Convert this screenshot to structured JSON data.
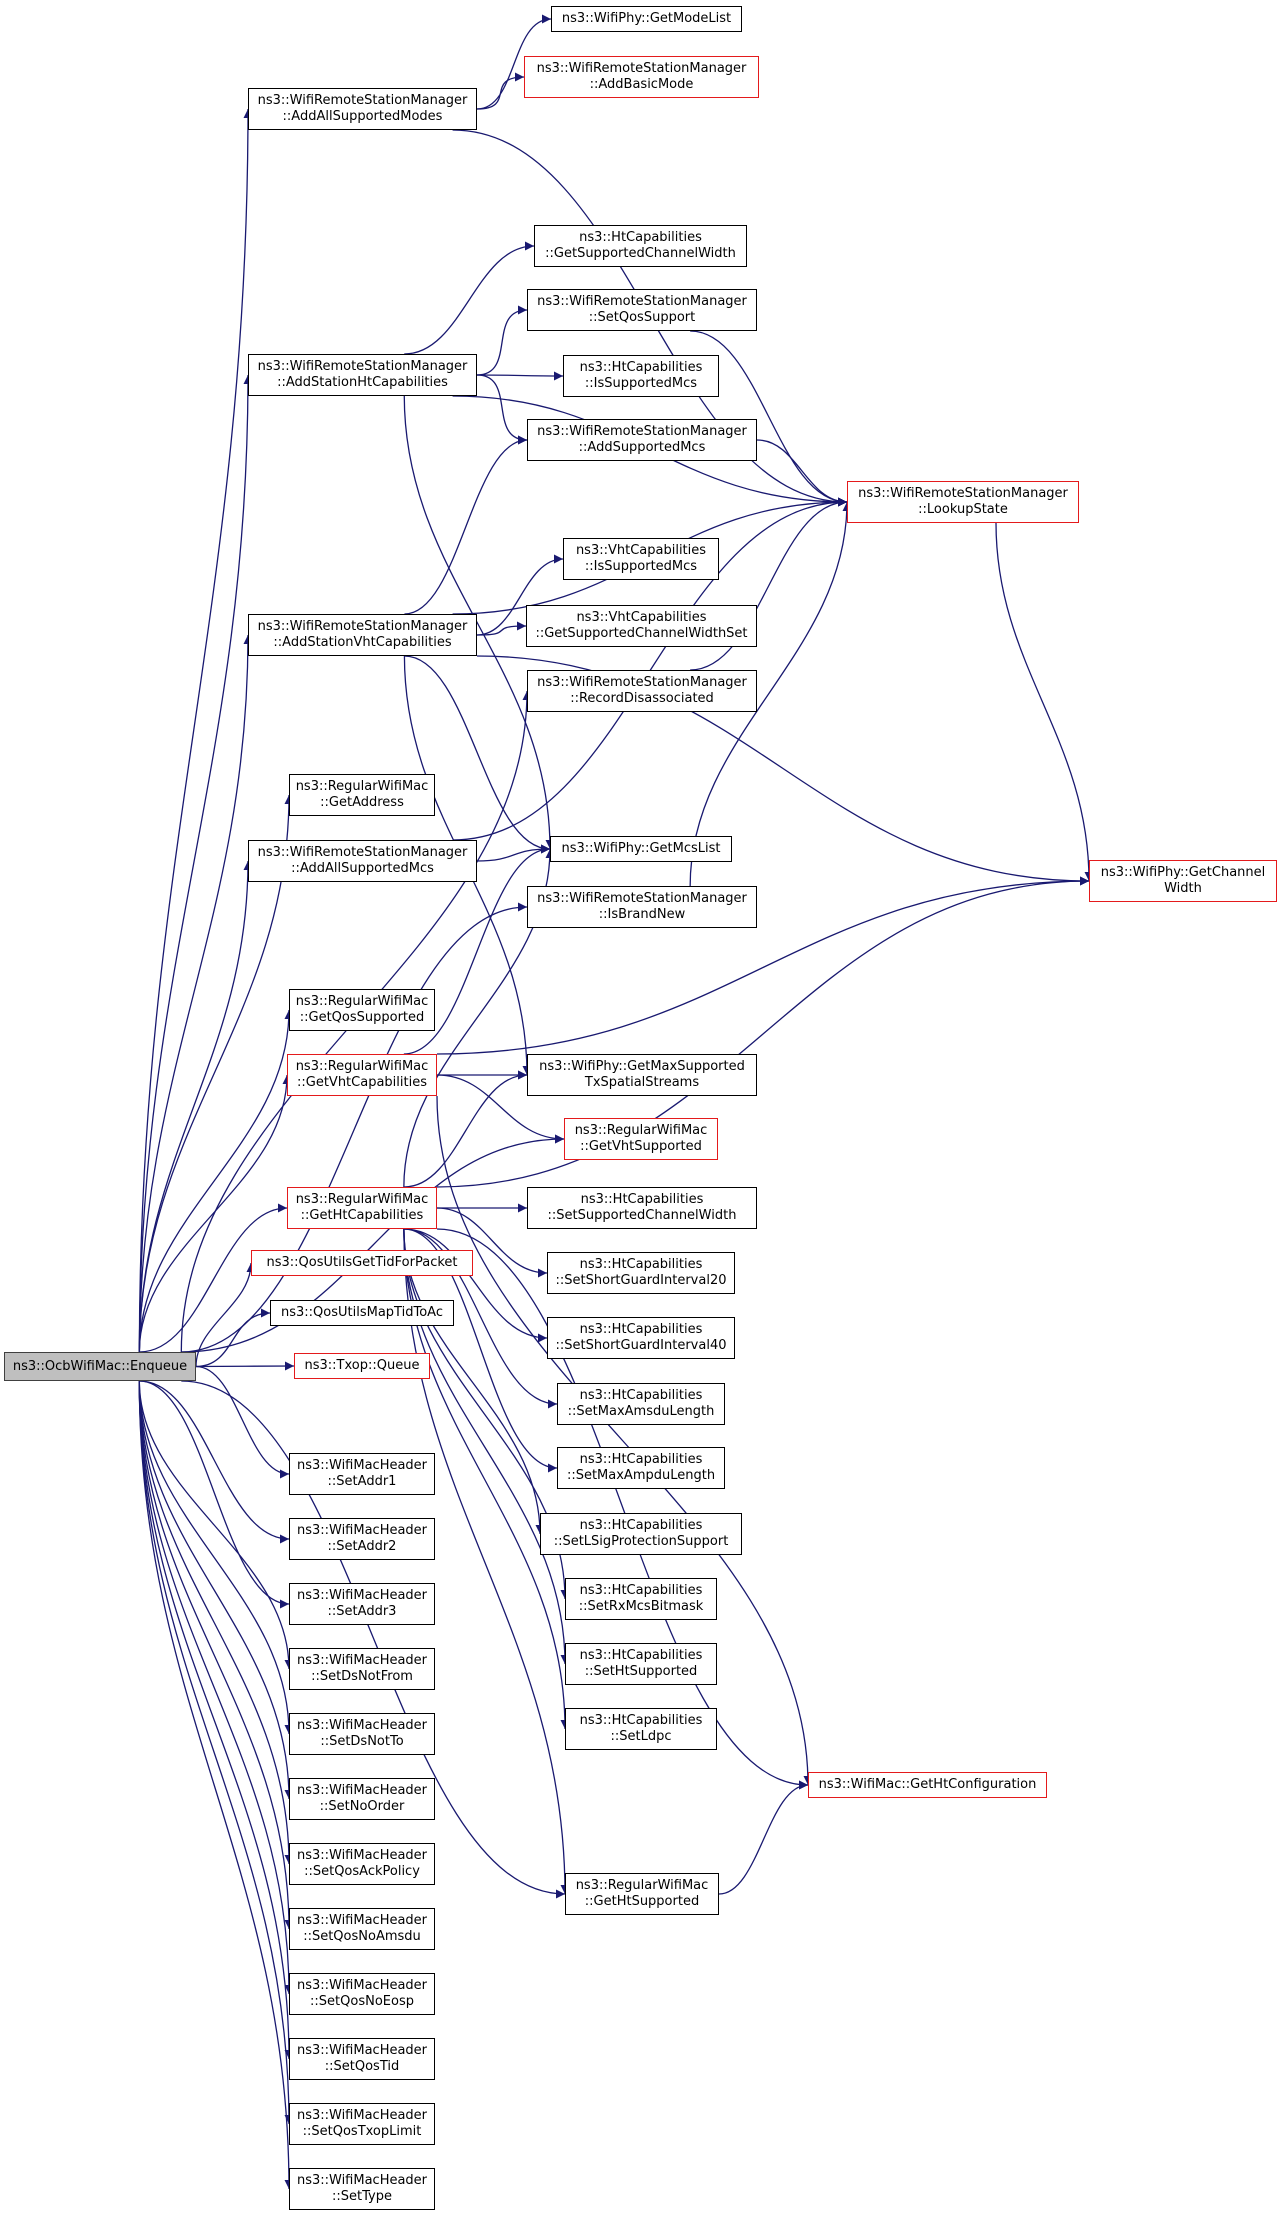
{
  "edge_color": "#191970",
  "nodes": [
    {
      "id": "root",
      "lines": [
        "ns3::OcbWifiMac::Enqueue"
      ],
      "kind": "root"
    },
    {
      "id": "getModeList",
      "lines": [
        "ns3::WifiPhy::GetModeList"
      ],
      "kind": "normal"
    },
    {
      "id": "addBasicMode",
      "lines": [
        "ns3::WifiRemoteStationManager",
        "::AddBasicMode"
      ],
      "kind": "red"
    },
    {
      "id": "addAllSupportedModes",
      "lines": [
        "ns3::WifiRemoteStationManager",
        "::AddAllSupportedModes"
      ],
      "kind": "normal"
    },
    {
      "id": "htGetSupportedChannelWidth",
      "lines": [
        "ns3::HtCapabilities",
        "::GetSupportedChannelWidth"
      ],
      "kind": "normal"
    },
    {
      "id": "setQosSupport",
      "lines": [
        "ns3::WifiRemoteStationManager",
        "::SetQosSupport"
      ],
      "kind": "normal"
    },
    {
      "id": "addStationHtCapabilities",
      "lines": [
        "ns3::WifiRemoteStationManager",
        "::AddStationHtCapabilities"
      ],
      "kind": "normal"
    },
    {
      "id": "htIsSupportedMcs",
      "lines": [
        "ns3::HtCapabilities",
        "::IsSupportedMcs"
      ],
      "kind": "normal"
    },
    {
      "id": "addSupportedMcs",
      "lines": [
        "ns3::WifiRemoteStationManager",
        "::AddSupportedMcs"
      ],
      "kind": "normal"
    },
    {
      "id": "lookupState",
      "lines": [
        "ns3::WifiRemoteStationManager",
        "::LookupState"
      ],
      "kind": "red"
    },
    {
      "id": "vhtIsSupportedMcs",
      "lines": [
        "ns3::VhtCapabilities",
        "::IsSupportedMcs"
      ],
      "kind": "normal"
    },
    {
      "id": "addStationVhtCapabilities",
      "lines": [
        "ns3::WifiRemoteStationManager",
        "::AddStationVhtCapabilities"
      ],
      "kind": "normal"
    },
    {
      "id": "vhtGetSupportedChannelWidthSet",
      "lines": [
        "ns3::VhtCapabilities",
        "::GetSupportedChannelWidthSet"
      ],
      "kind": "normal"
    },
    {
      "id": "recordDisassociated",
      "lines": [
        "ns3::WifiRemoteStationManager",
        "::RecordDisassociated"
      ],
      "kind": "normal"
    },
    {
      "id": "getAddress",
      "lines": [
        "ns3::RegularWifiMac",
        "::GetAddress"
      ],
      "kind": "normal"
    },
    {
      "id": "addAllSupportedMcs",
      "lines": [
        "ns3::WifiRemoteStationManager",
        "::AddAllSupportedMcs"
      ],
      "kind": "normal"
    },
    {
      "id": "getMcsList",
      "lines": [
        "ns3::WifiPhy::GetMcsList"
      ],
      "kind": "normal"
    },
    {
      "id": "getChannelWidth",
      "lines": [
        "ns3::WifiPhy::GetChannel",
        "Width"
      ],
      "kind": "red"
    },
    {
      "id": "isBrandNew",
      "lines": [
        "ns3::WifiRemoteStationManager",
        "::IsBrandNew"
      ],
      "kind": "normal"
    },
    {
      "id": "getQosSupported",
      "lines": [
        "ns3::RegularWifiMac",
        "::GetQosSupported"
      ],
      "kind": "normal"
    },
    {
      "id": "getVhtCapabilities",
      "lines": [
        "ns3::RegularWifiMac",
        "::GetVhtCapabilities"
      ],
      "kind": "red"
    },
    {
      "id": "getMaxSupportedTx",
      "lines": [
        "ns3::WifiPhy::GetMaxSupported",
        "TxSpatialStreams"
      ],
      "kind": "normal"
    },
    {
      "id": "getVhtSupported",
      "lines": [
        "ns3::RegularWifiMac",
        "::GetVhtSupported"
      ],
      "kind": "red"
    },
    {
      "id": "getHtCapabilities",
      "lines": [
        "ns3::RegularWifiMac",
        "::GetHtCapabilities"
      ],
      "kind": "red"
    },
    {
      "id": "setSupportedChannelWidth",
      "lines": [
        "ns3::HtCapabilities",
        "::SetSupportedChannelWidth"
      ],
      "kind": "normal"
    },
    {
      "id": "setShortGuardInterval20",
      "lines": [
        "ns3::HtCapabilities",
        "::SetShortGuardInterval20"
      ],
      "kind": "normal"
    },
    {
      "id": "qosUtilsGetTidForPacket",
      "lines": [
        "ns3::QosUtilsGetTidForPacket"
      ],
      "kind": "red"
    },
    {
      "id": "setShortGuardInterval40",
      "lines": [
        "ns3::HtCapabilities",
        "::SetShortGuardInterval40"
      ],
      "kind": "normal"
    },
    {
      "id": "qosUtilsMapTidToAc",
      "lines": [
        "ns3::QosUtilsMapTidToAc"
      ],
      "kind": "normal"
    },
    {
      "id": "txopQueue",
      "lines": [
        "ns3::Txop::Queue"
      ],
      "kind": "red"
    },
    {
      "id": "setMaxAmsduLength",
      "lines": [
        "ns3::HtCapabilities",
        "::SetMaxAmsduLength"
      ],
      "kind": "normal"
    },
    {
      "id": "setMaxAmpduLength",
      "lines": [
        "ns3::HtCapabilities",
        "::SetMaxAmpduLength"
      ],
      "kind": "normal"
    },
    {
      "id": "setAddr1",
      "lines": [
        "ns3::WifiMacHeader",
        "::SetAddr1"
      ],
      "kind": "normal"
    },
    {
      "id": "setLSigProtectionSupport",
      "lines": [
        "ns3::HtCapabilities",
        "::SetLSigProtectionSupport"
      ],
      "kind": "normal"
    },
    {
      "id": "setAddr2",
      "lines": [
        "ns3::WifiMacHeader",
        "::SetAddr2"
      ],
      "kind": "normal"
    },
    {
      "id": "setRxMcsBitmask",
      "lines": [
        "ns3::HtCapabilities",
        "::SetRxMcsBitmask"
      ],
      "kind": "normal"
    },
    {
      "id": "setAddr3",
      "lines": [
        "ns3::WifiMacHeader",
        "::SetAddr3"
      ],
      "kind": "normal"
    },
    {
      "id": "setHtSupported",
      "lines": [
        "ns3::HtCapabilities",
        "::SetHtSupported"
      ],
      "kind": "normal"
    },
    {
      "id": "setDsNotFrom",
      "lines": [
        "ns3::WifiMacHeader",
        "::SetDsNotFrom"
      ],
      "kind": "normal"
    },
    {
      "id": "setLdpc",
      "lines": [
        "ns3::HtCapabilities",
        "::SetLdpc"
      ],
      "kind": "normal"
    },
    {
      "id": "setDsNotTo",
      "lines": [
        "ns3::WifiMacHeader",
        "::SetDsNotTo"
      ],
      "kind": "normal"
    },
    {
      "id": "getHtConfiguration",
      "lines": [
        "ns3::WifiMac::GetHtConfiguration"
      ],
      "kind": "red"
    },
    {
      "id": "setNoOrder",
      "lines": [
        "ns3::WifiMacHeader",
        "::SetNoOrder"
      ],
      "kind": "normal"
    },
    {
      "id": "setQosAckPolicy",
      "lines": [
        "ns3::WifiMacHeader",
        "::SetQosAckPolicy"
      ],
      "kind": "normal"
    },
    {
      "id": "getHtSupported",
      "lines": [
        "ns3::RegularWifiMac",
        "::GetHtSupported"
      ],
      "kind": "normal"
    },
    {
      "id": "setQosNoAmsdu",
      "lines": [
        "ns3::WifiMacHeader",
        "::SetQosNoAmsdu"
      ],
      "kind": "normal"
    },
    {
      "id": "setQosNoEosp",
      "lines": [
        "ns3::WifiMacHeader",
        "::SetQosNoEosp"
      ],
      "kind": "normal"
    },
    {
      "id": "setQosTid",
      "lines": [
        "ns3::WifiMacHeader",
        "::SetQosTid"
      ],
      "kind": "normal"
    },
    {
      "id": "setQosTxopLimit",
      "lines": [
        "ns3::WifiMacHeader",
        "::SetQosTxopLimit"
      ],
      "kind": "normal"
    },
    {
      "id": "setType",
      "lines": [
        "ns3::WifiMacHeader",
        "::SetType"
      ],
      "kind": "normal"
    }
  ],
  "edges": [
    [
      "root",
      "addAllSupportedModes"
    ],
    [
      "root",
      "addStationHtCapabilities"
    ],
    [
      "root",
      "addStationVhtCapabilities"
    ],
    [
      "root",
      "recordDisassociated"
    ],
    [
      "root",
      "getAddress"
    ],
    [
      "root",
      "addAllSupportedMcs"
    ],
    [
      "root",
      "isBrandNew"
    ],
    [
      "root",
      "getQosSupported"
    ],
    [
      "root",
      "getVhtCapabilities"
    ],
    [
      "root",
      "getVhtSupported"
    ],
    [
      "root",
      "getHtCapabilities"
    ],
    [
      "root",
      "qosUtilsGetTidForPacket"
    ],
    [
      "root",
      "qosUtilsMapTidToAc"
    ],
    [
      "root",
      "txopQueue"
    ],
    [
      "root",
      "getHtSupported"
    ],
    [
      "root",
      "setAddr1"
    ],
    [
      "root",
      "setAddr2"
    ],
    [
      "root",
      "setAddr3"
    ],
    [
      "root",
      "setDsNotFrom"
    ],
    [
      "root",
      "setDsNotTo"
    ],
    [
      "root",
      "setNoOrder"
    ],
    [
      "root",
      "setQosAckPolicy"
    ],
    [
      "root",
      "setQosNoAmsdu"
    ],
    [
      "root",
      "setQosNoEosp"
    ],
    [
      "root",
      "setQosTid"
    ],
    [
      "root",
      "setQosTxopLimit"
    ],
    [
      "root",
      "setType"
    ],
    [
      "addAllSupportedModes",
      "getModeList"
    ],
    [
      "addAllSupportedModes",
      "addBasicMode"
    ],
    [
      "addAllSupportedModes",
      "lookupState"
    ],
    [
      "addStationHtCapabilities",
      "lookupState"
    ],
    [
      "addStationHtCapabilities",
      "htGetSupportedChannelWidth"
    ],
    [
      "addStationHtCapabilities",
      "setQosSupport"
    ],
    [
      "addStationHtCapabilities",
      "htIsSupportedMcs"
    ],
    [
      "addStationHtCapabilities",
      "addSupportedMcs"
    ],
    [
      "addStationHtCapabilities",
      "getMcsList"
    ],
    [
      "setQosSupport",
      "lookupState"
    ],
    [
      "addSupportedMcs",
      "lookupState"
    ],
    [
      "lookupState",
      "getChannelWidth"
    ],
    [
      "addStationVhtCapabilities",
      "addSupportedMcs"
    ],
    [
      "addStationVhtCapabilities",
      "lookupState"
    ],
    [
      "addStationVhtCapabilities",
      "vhtIsSupportedMcs"
    ],
    [
      "addStationVhtCapabilities",
      "vhtGetSupportedChannelWidthSet"
    ],
    [
      "addStationVhtCapabilities",
      "getChannelWidth"
    ],
    [
      "addStationVhtCapabilities",
      "getMcsList"
    ],
    [
      "addStationVhtCapabilities",
      "getMaxSupportedTx"
    ],
    [
      "recordDisassociated",
      "lookupState"
    ],
    [
      "addAllSupportedMcs",
      "getMcsList"
    ],
    [
      "addAllSupportedMcs",
      "lookupState"
    ],
    [
      "isBrandNew",
      "lookupState"
    ],
    [
      "getVhtCapabilities",
      "getMcsList"
    ],
    [
      "getVhtCapabilities",
      "getChannelWidth"
    ],
    [
      "getVhtCapabilities",
      "getMaxSupportedTx"
    ],
    [
      "getVhtCapabilities",
      "getVhtSupported"
    ],
    [
      "getVhtCapabilities",
      "getHtConfiguration"
    ],
    [
      "getHtCapabilities",
      "getMcsList"
    ],
    [
      "getHtCapabilities",
      "getMaxSupportedTx"
    ],
    [
      "getHtCapabilities",
      "setSupportedChannelWidth"
    ],
    [
      "getHtCapabilities",
      "setShortGuardInterval20"
    ],
    [
      "getHtCapabilities",
      "setShortGuardInterval40"
    ],
    [
      "getHtCapabilities",
      "setMaxAmsduLength"
    ],
    [
      "getHtCapabilities",
      "setMaxAmpduLength"
    ],
    [
      "getHtCapabilities",
      "setLSigProtectionSupport"
    ],
    [
      "getHtCapabilities",
      "setRxMcsBitmask"
    ],
    [
      "getHtCapabilities",
      "setHtSupported"
    ],
    [
      "getHtCapabilities",
      "setLdpc"
    ],
    [
      "getHtCapabilities",
      "getHtConfiguration"
    ],
    [
      "getHtCapabilities",
      "getChannelWidth"
    ],
    [
      "getHtCapabilities",
      "getHtSupported"
    ],
    [
      "getHtSupported",
      "getHtConfiguration"
    ]
  ]
}
